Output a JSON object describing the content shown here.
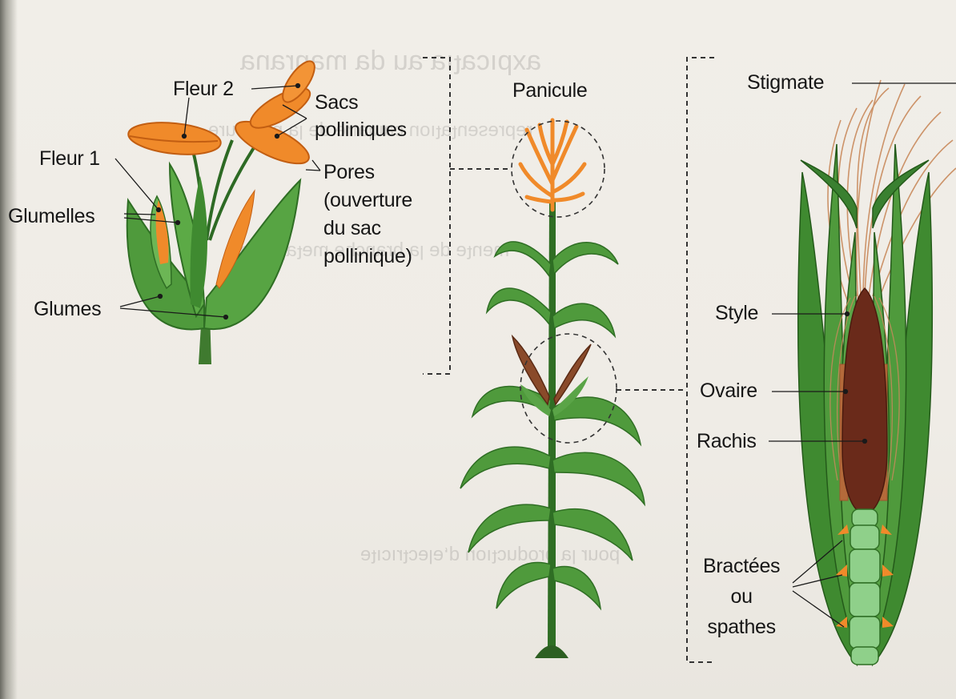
{
  "figure": {
    "left_flower": {
      "fleur2": "Fleur 2",
      "fleur1": "Fleur 1",
      "sacs": "Sacs\npolliniques",
      "pores": "Pores\n(ouverture\ndu sac\npollinique)",
      "glumelles": "Glumelles",
      "glumes": "Glumes"
    },
    "plant": {
      "panicule": "Panicule"
    },
    "right_ear": {
      "stigmate": "Stigmate",
      "style": "Style",
      "ovaire": "Ovaire",
      "rachis": "Rachis",
      "bractees": "Bractées\nou\nspathes"
    }
  },
  "colors": {
    "paper": "#efece6",
    "leaf_green": "#4f9a3c",
    "leaf_dark": "#2f6e24",
    "flower_orange": "#f08a2a",
    "ear_brown": "#6a2a1a",
    "silk": "#c98a5c",
    "text": "#161616"
  }
}
